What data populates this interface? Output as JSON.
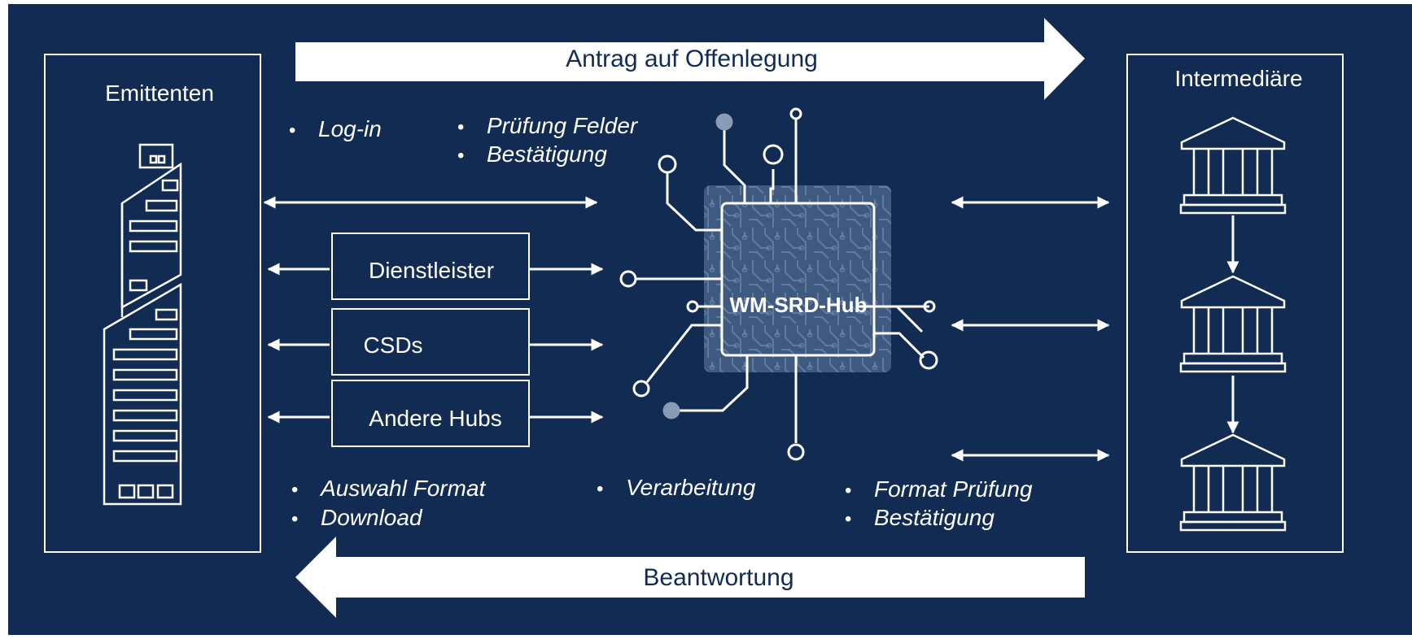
{
  "colors": {
    "background": "#112b52",
    "line": "#ffffff",
    "chip_bg": "#3f5a80",
    "node_fill": "#8a9bb5"
  },
  "top_arrow_label": "Antrag auf Offenlegung",
  "bottom_arrow_label": "Beantwortung",
  "left_box_title": "Emittenten",
  "right_box_title": "Intermediäre",
  "hub_label": "WM-SRD-Hub",
  "middle_boxes": [
    "Dienstleister",
    "CSDs",
    "Andere Hubs"
  ],
  "bullet": "•",
  "top_bullets_1": [
    "Log-in"
  ],
  "top_bullets_2": [
    "Prüfung Felder",
    "Bestätigung"
  ],
  "bottom_bullets_1": [
    "Auswahl Format",
    "Download"
  ],
  "bottom_bullets_2": [
    "Verarbeitung"
  ],
  "bottom_bullets_3": [
    "Format Prüfung",
    "Bestätigung"
  ],
  "icons": {
    "emitter": "skyscraper-icon",
    "intermediary": "bank-building-icon",
    "hub": "circuit-chip-icon"
  }
}
